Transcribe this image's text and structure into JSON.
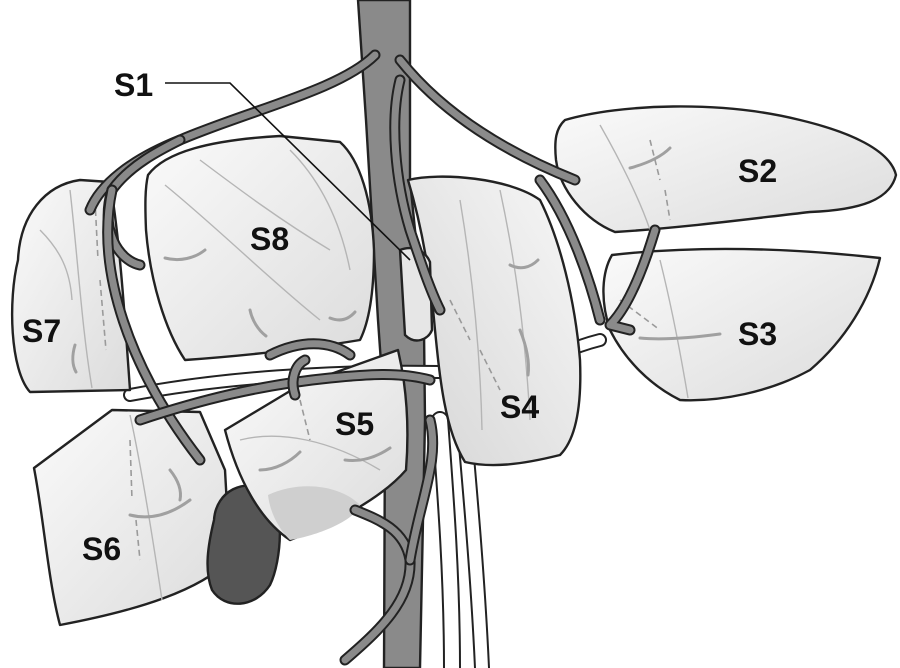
{
  "diagram": {
    "segments": [
      {
        "id": "s1",
        "label": "S1"
      },
      {
        "id": "s2",
        "label": "S2"
      },
      {
        "id": "s3",
        "label": "S3"
      },
      {
        "id": "s4",
        "label": "S4"
      },
      {
        "id": "s5",
        "label": "S5"
      },
      {
        "id": "s6",
        "label": "S6"
      },
      {
        "id": "s7",
        "label": "S7"
      },
      {
        "id": "s8",
        "label": "S8"
      }
    ],
    "colors": {
      "vessel_fill": "#8a8a8a",
      "vessel_outline": "#222222",
      "lobe_fill": "#eeeeee",
      "gallbladder": "#555555",
      "bile_duct": "#ffffff"
    }
  }
}
